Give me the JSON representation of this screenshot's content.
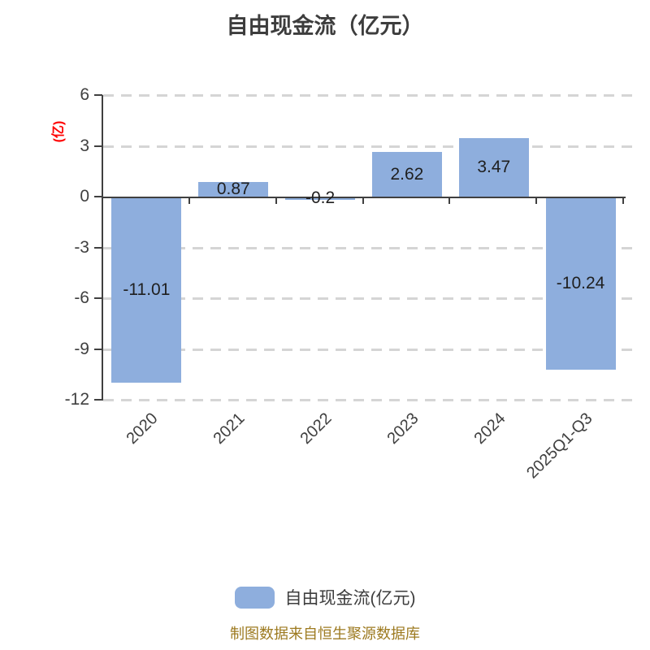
{
  "title": "自由现金流（亿元）",
  "y_axis_title": "(亿)",
  "legend": {
    "items": [
      {
        "label": "自由现金流(亿元)",
        "swatch_color": "#8eaedd"
      }
    ]
  },
  "footer": {
    "text": "制图数据来自恒生聚源数据库"
  },
  "colors": {
    "bar": "#8eaedd",
    "axis": "#404040",
    "grid": "#d5d5d5",
    "title": "#3d3d3d",
    "y_axis_title": "#fe0000",
    "value_label": "#1f1f1f",
    "footer": "#9d7a20",
    "background": "#ffffff"
  },
  "chart_data": {
    "type": "bar",
    "title": "自由现金流（亿元）",
    "categories": [
      "2020",
      "2021",
      "2022",
      "2023",
      "2024",
      "2025Q1-Q3"
    ],
    "values": [
      -11.01,
      0.87,
      -0.2,
      2.62,
      3.47,
      -10.24
    ],
    "series_name": "自由现金流(亿元)",
    "xlabel": "",
    "ylabel": "(亿)",
    "ylim": [
      -12,
      6
    ],
    "yticks": [
      6,
      3,
      0,
      -3,
      -6,
      -9,
      -12
    ],
    "grid": true,
    "grid_style": "dashed",
    "legend_position": "bottom",
    "value_labels_shown": true,
    "x_label_rotation_deg": 45
  }
}
